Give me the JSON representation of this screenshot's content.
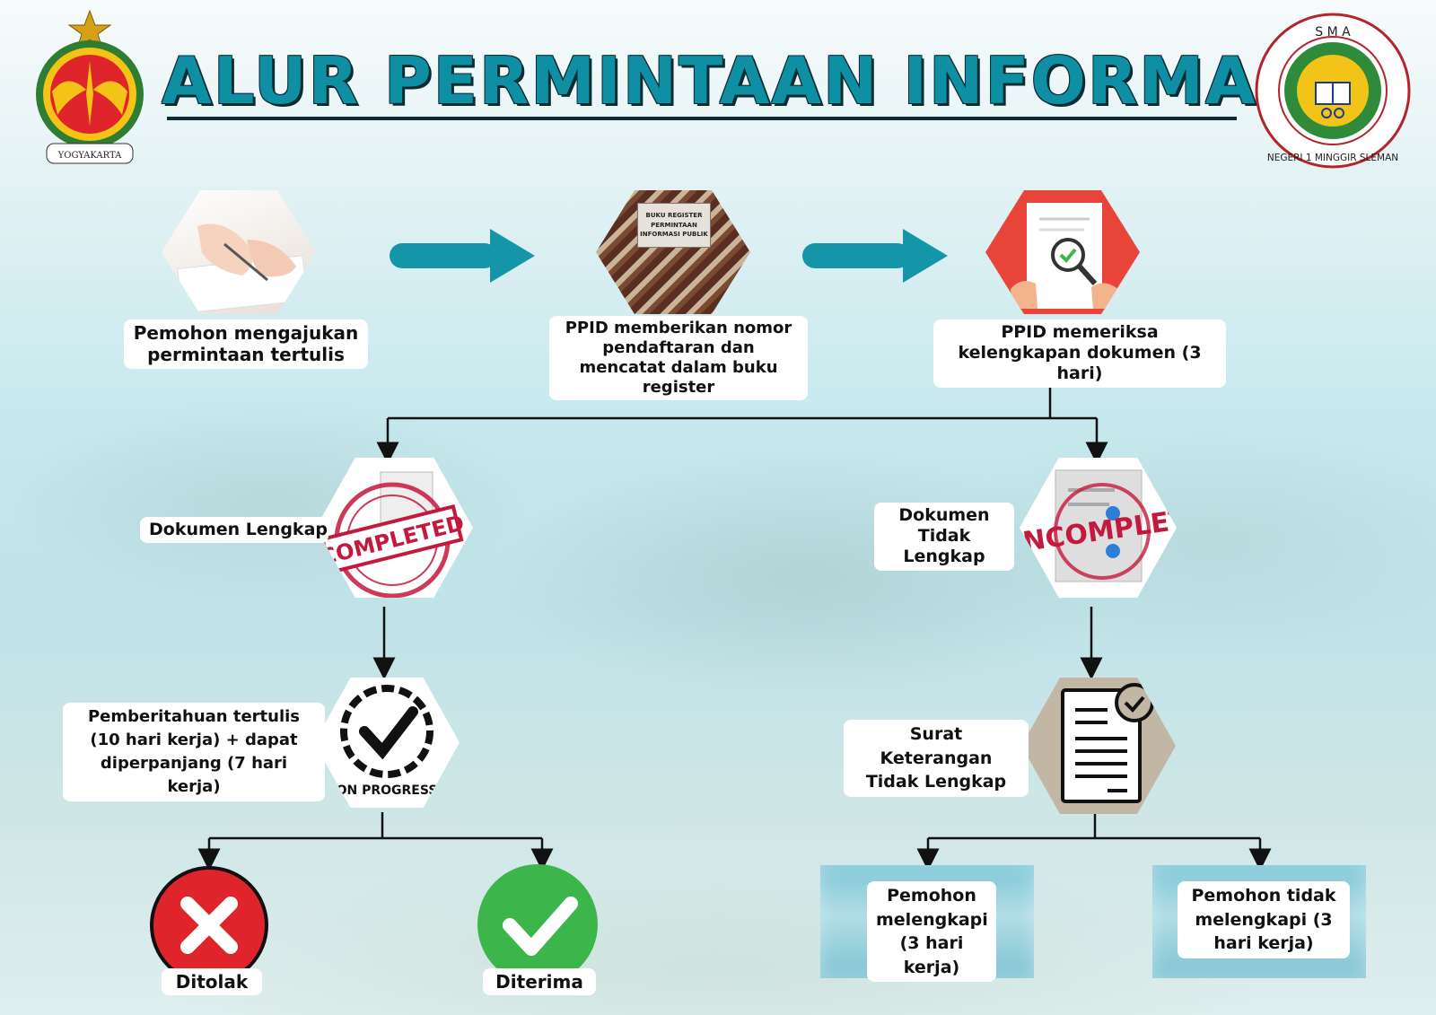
{
  "title": "ALUR PERMINTAAN INFORMASI",
  "logos": {
    "left_text": "YOGYAKARTA",
    "right_top": "S M A",
    "right_bottom": "NEGERI 1 MINGGIR SLEMAN"
  },
  "steps": {
    "request": "Pemohon mengajukan permintaan tertulis",
    "register": "PPID memberikan nomor pendaftaran dan mencatat dalam buku register",
    "register_book_text": "BUKU REGISTER PERMINTAAN INFORMASI PUBLIK",
    "check": "PPID memeriksa kelengkapan dokumen (3 hari)"
  },
  "complete_branch": {
    "label": "Dokumen Lengkap",
    "stamp_text": "COMPLETED",
    "notification": "Pemberitahuan tertulis (10  hari kerja) + dapat diperpanjang (7 hari kerja)",
    "progress_text": "ON   PROGRESS",
    "rejected": "Ditolak",
    "accepted": "Diterima"
  },
  "incomplete_branch": {
    "label": "Dokumen Tidak Lengkap",
    "stamp_text": "INCOMPLETE",
    "letter": "Surat Keterangan Tidak Lengkap",
    "completes": "Pemohon melengkapi (3 hari kerja)",
    "not_completes": "Pemohon tidak melengkapi (3 hari kerja)"
  },
  "colors": {
    "title": "#0f8fa3",
    "arrow": "#1596a8",
    "reject": "#e0242c",
    "accept": "#3cb54a",
    "stamp": "#c4183c"
  }
}
